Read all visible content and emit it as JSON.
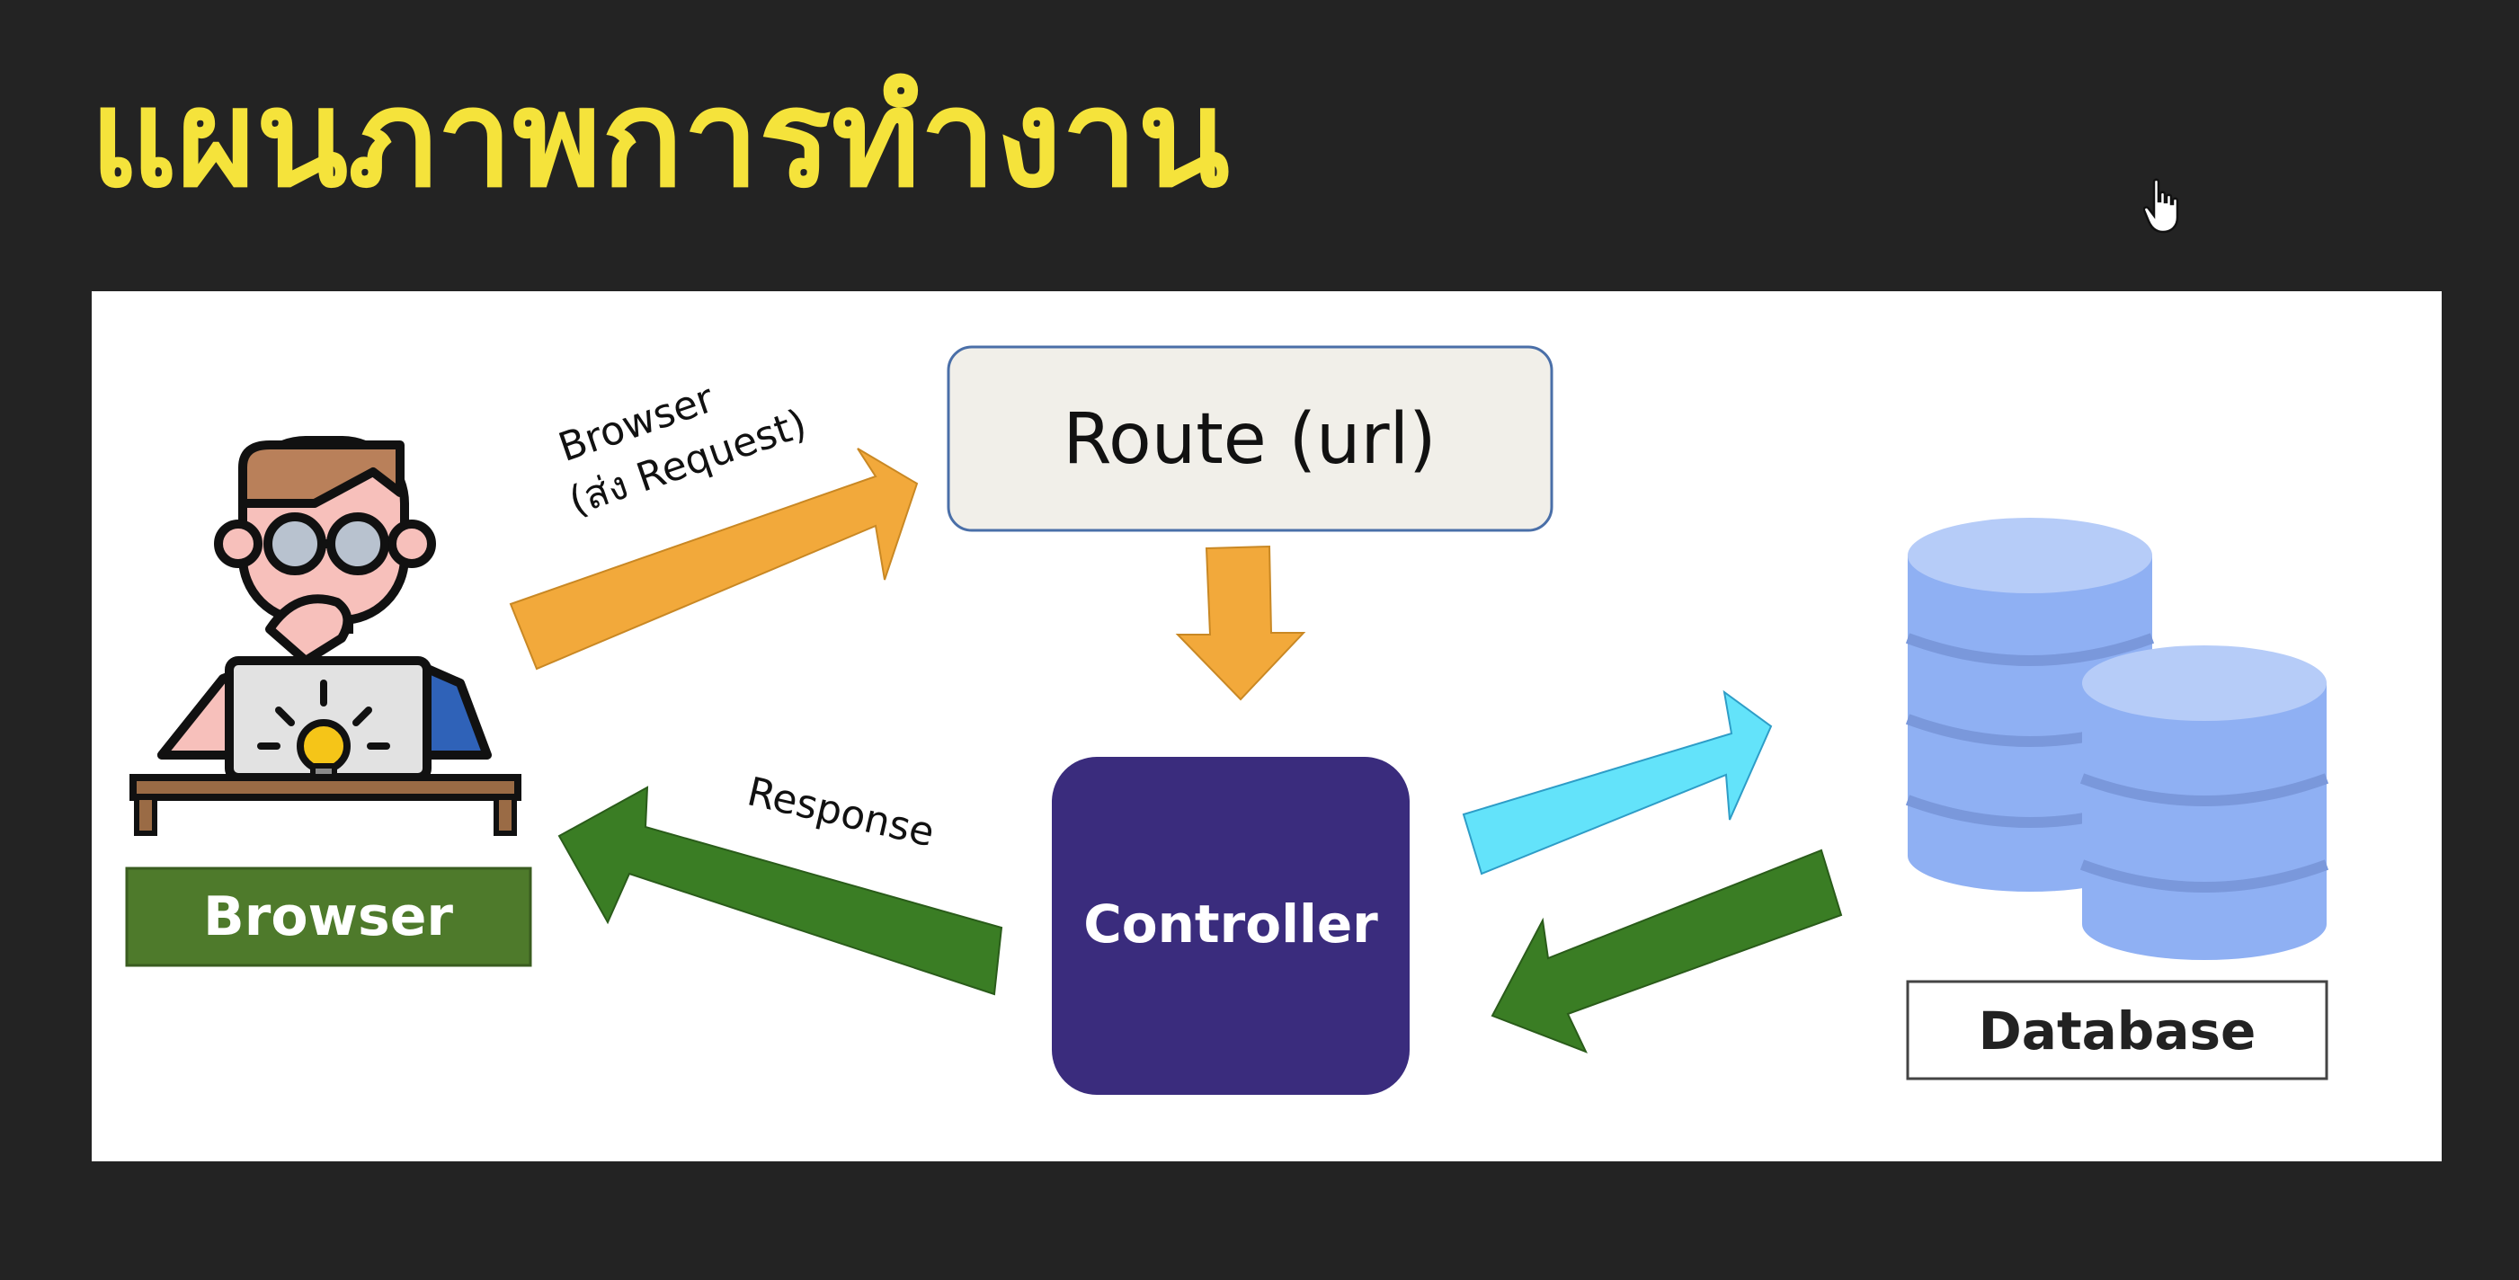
{
  "title": "แผนภาพการทำงาน",
  "nodes": {
    "browser": {
      "label": "Browser"
    },
    "route": {
      "label": "Route (url)"
    },
    "controller": {
      "label": "Controller"
    },
    "database": {
      "label": "Database"
    }
  },
  "edges": {
    "request": {
      "line1": "Browser",
      "line2": "(ส่ง Request)"
    },
    "response": {
      "label": "Response"
    }
  },
  "colors": {
    "title": "#f5e33b",
    "background": "#232323",
    "panel": "#ffffff",
    "request_arrow": "#f2a93b",
    "response_arrow": "#3a7d24",
    "db_arrow": "#63e3fa",
    "controller": "#3a2c7d",
    "browser_label_bg": "#4e7a2b",
    "route_bg": "#f1efe9",
    "database_icon": "#8fb0f3"
  },
  "icons": {
    "user": "developer-at-laptop-icon",
    "database": "database-cylinders-icon",
    "cursor": "hand-pointer-icon"
  }
}
